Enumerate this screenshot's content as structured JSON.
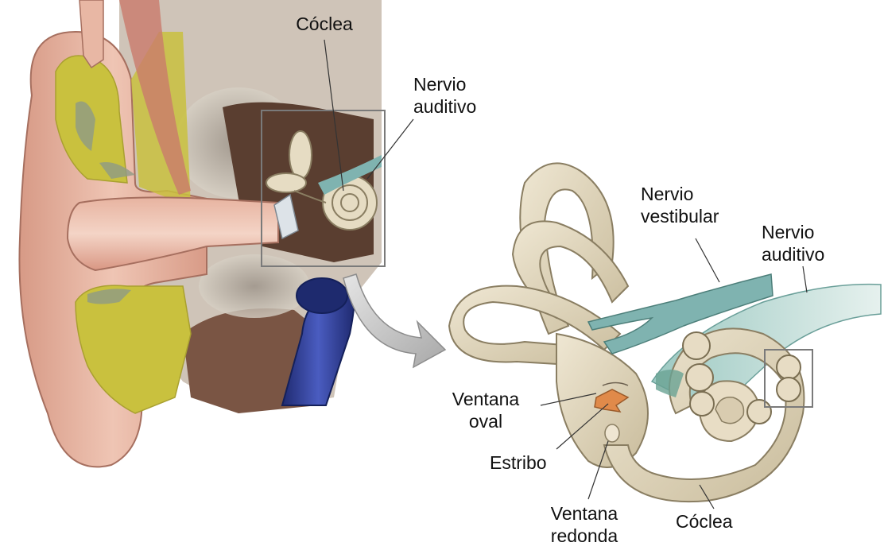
{
  "labels": {
    "coclea_top": "Cóclea",
    "nervio_auditivo_top": [
      "Nervio",
      "auditivo"
    ],
    "nervio_vestibular": [
      "Nervio",
      "vestibular"
    ],
    "nervio_auditivo_right": [
      "Nervio",
      "auditivo"
    ],
    "ventana_oval": [
      "Ventana",
      "oval"
    ],
    "estribo": "Estribo",
    "ventana_redonda": [
      "Ventana",
      "redonda"
    ],
    "coclea_bottom": "Cóclea"
  },
  "colors": {
    "skin": "#e8b7a4",
    "cartilage": "#c9c13e",
    "bone": "#d9d2c4",
    "labyrinth": "#e3d9c2",
    "nerve": "#7fb3b0",
    "vein": "#2c3b8f",
    "stapes": "#e08a4a",
    "arrow": "#bdbdbd"
  }
}
